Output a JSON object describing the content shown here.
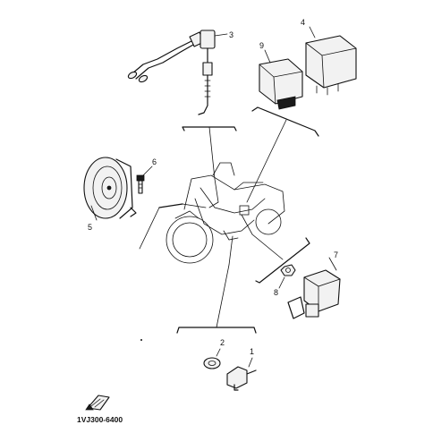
{
  "diagram_code": "1VJ300-6400",
  "parts": [
    {
      "id": "part-1",
      "label": "1"
    },
    {
      "id": "part-2",
      "label": "2"
    },
    {
      "id": "part-3",
      "label": "3"
    },
    {
      "id": "part-4",
      "label": "4"
    },
    {
      "id": "part-5",
      "label": "5"
    },
    {
      "id": "part-6",
      "label": "6"
    },
    {
      "id": "part-7",
      "label": "7"
    },
    {
      "id": "part-8",
      "label": "8"
    },
    {
      "id": "part-9",
      "label": "9"
    }
  ]
}
